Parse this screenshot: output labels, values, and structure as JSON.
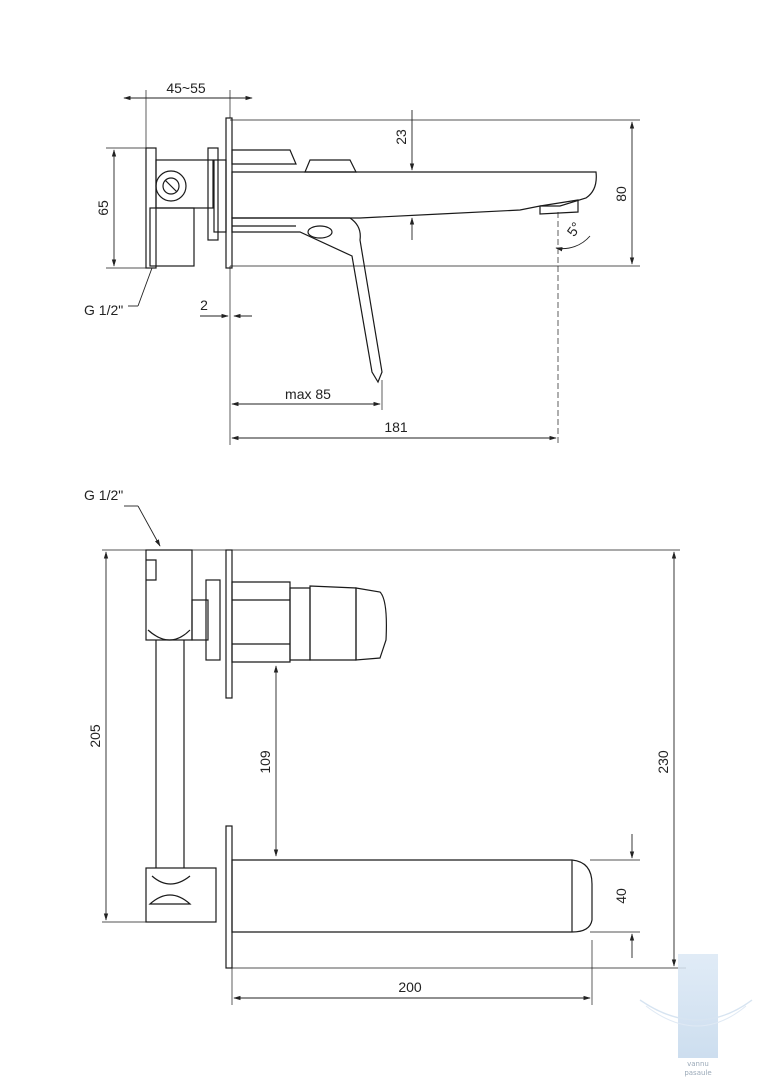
{
  "dimensions": {
    "depth_range": "45~55",
    "height_top": "23",
    "body_height": "80",
    "rosette_height": "65",
    "thread_top": "G 1/2\"",
    "plate_thickness": "2",
    "angle": "5°",
    "lever_reach": "max 85",
    "spout_projection": "181",
    "thread_bottom": "G 1/2\"",
    "overall_height": "205",
    "lever_axis_to_spout": "109",
    "total_height": "230",
    "spout_height": "40",
    "spout_length": "200"
  },
  "watermark": {
    "line1": "vannu",
    "line2": "pasaule"
  },
  "colors": {
    "line": "#1a1a1a",
    "dim": "#222222",
    "watermark": "#c9d9ea"
  }
}
